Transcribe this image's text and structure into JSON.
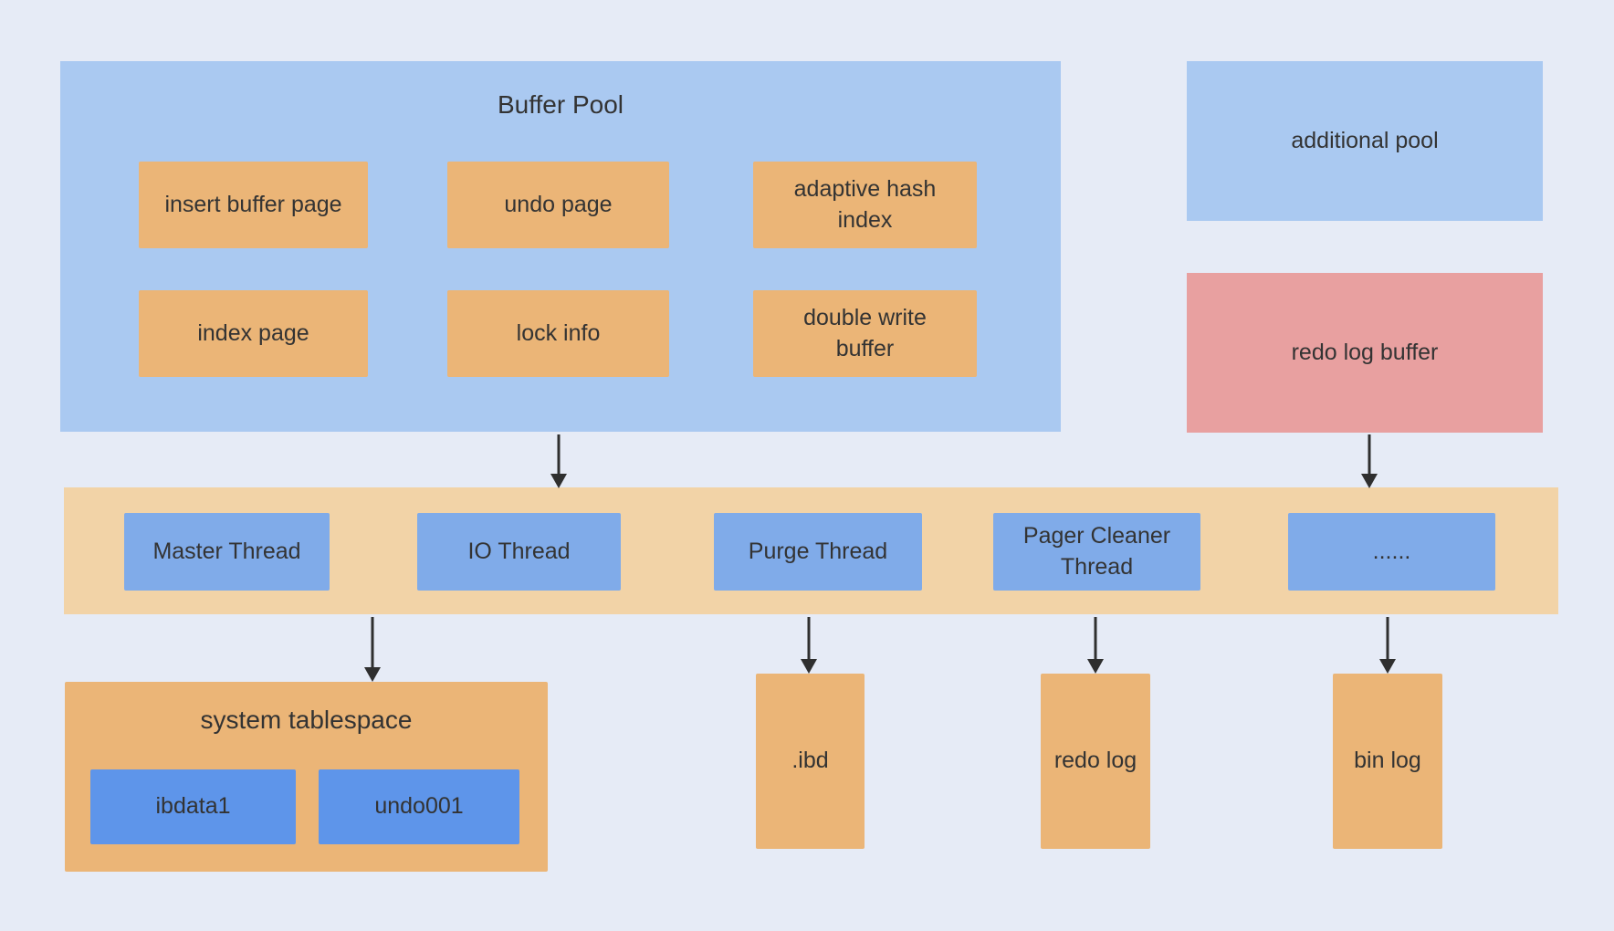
{
  "colors": {
    "background": "#e6ebf6",
    "pool_blue": "#aac9f1",
    "box_orange": "#ebb577",
    "band_orange": "#f2d3a7",
    "redo_buffer_pink": "#e8a0a0",
    "thread_blue": "#80abe9",
    "file_blue": "#5e95ea",
    "text": "#333333",
    "arrow": "#2f2f2f"
  },
  "buffer_pool": {
    "title": "Buffer Pool",
    "cells": [
      {
        "label": "insert buffer page"
      },
      {
        "label": "undo page"
      },
      {
        "label": "adaptive hash index"
      },
      {
        "label": "index page"
      },
      {
        "label": "lock info"
      },
      {
        "label": "double write buffer"
      }
    ]
  },
  "additional_pool": {
    "label": "additional pool"
  },
  "redo_log_buffer": {
    "label": "redo log buffer"
  },
  "thread_band": {
    "threads": [
      {
        "label": "Master Thread"
      },
      {
        "label": "IO Thread"
      },
      {
        "label": "Purge Thread"
      },
      {
        "label": "Pager Cleaner Thread"
      },
      {
        "label": "......"
      }
    ]
  },
  "storage": {
    "system_tablespace": {
      "title": "system tablespace",
      "files": [
        {
          "label": "ibdata1"
        },
        {
          "label": "undo001"
        }
      ]
    },
    "ibd_file": {
      "label": ".ibd"
    },
    "redo_log_file": {
      "label": "redo log"
    },
    "bin_log_file": {
      "label": "bin log"
    }
  }
}
